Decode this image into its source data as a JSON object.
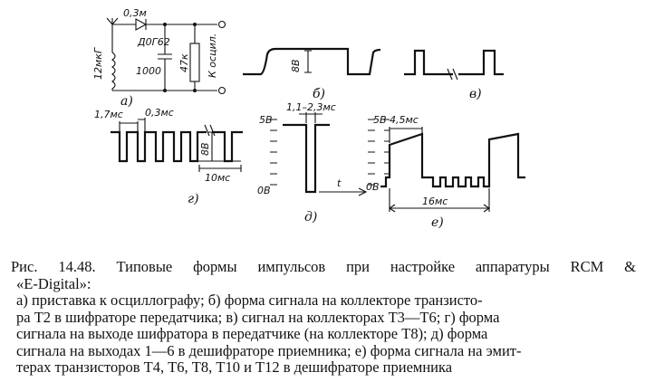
{
  "figure": {
    "a": {
      "component_labels": [
        "0,3м",
        "Д0Г62",
        "12мкГ",
        "1000",
        "47к",
        "К осцил."
      ],
      "sublabel": "а)"
    },
    "b": {
      "amplitude": "8В",
      "sublabel": "б)"
    },
    "v": {
      "sublabel": "в)"
    },
    "g": {
      "period": "1,7мс",
      "pulse": "0,3мс",
      "amplitude": "8В",
      "duration": "10мс",
      "sublabel": "г)"
    },
    "d": {
      "width": "1,1–2,3мс",
      "top": "5В",
      "bottom": "0В",
      "time": "t",
      "sublabel": "д)"
    },
    "e": {
      "top": "5В",
      "bottom": "0В",
      "width": "4,5мс",
      "duration": "16мс",
      "sublabel": "е)"
    }
  },
  "caption": {
    "line1": "Рис. 14.48. Типовые формы импульсов при настройке аппаратуры RCM &",
    "line2": "«E-Digital»:",
    "lines": [
      "а) приставка к осциллографу; б) форма сигнала на коллекторе транзисто-",
      "ра Т2 в шифраторе передатчика; в) сигнал на коллекторах Т3—Т6; г) форма",
      "сигнала на выходе шифратора в передатчике (на коллекторе Т8); д) форма",
      "сигнала на выходах 1—6 в дешифраторе приемника; е) форма сигнала на эмит-",
      "терах транзисторов Т4, Т6, Т8, Т10 и Т12 в дешифраторе приемника"
    ]
  }
}
